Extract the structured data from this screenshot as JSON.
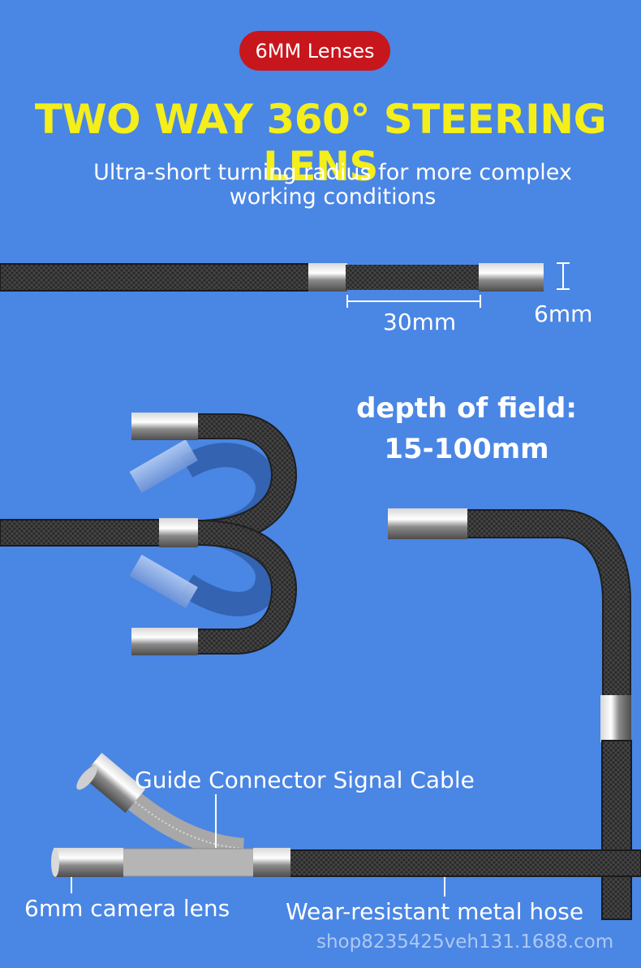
{
  "badge": {
    "label": "6MM Lenses",
    "color": "#c8161d"
  },
  "headline": {
    "text": "TWO WAY 360° STEERING LENS",
    "color": "#f4ee1b"
  },
  "subtitle": {
    "line1": "Ultra-short turning radius for more complex",
    "line2": "working conditions"
  },
  "dimensions": {
    "length_label": "30mm",
    "diameter_label": "6mm"
  },
  "depth_of_field": {
    "line1": "depth of field:",
    "line2": "15-100mm"
  },
  "callouts": {
    "guide_cable": "Guide Connector Signal Cable",
    "camera_lens": "6mm camera lens",
    "metal_hose": "Wear-resistant metal hose"
  },
  "watermark": "shop8235425veh131.1688.com",
  "colors": {
    "background": "#4a86e4",
    "cable": "#2a2a2a",
    "ghost_cable": "#2f5da8"
  }
}
